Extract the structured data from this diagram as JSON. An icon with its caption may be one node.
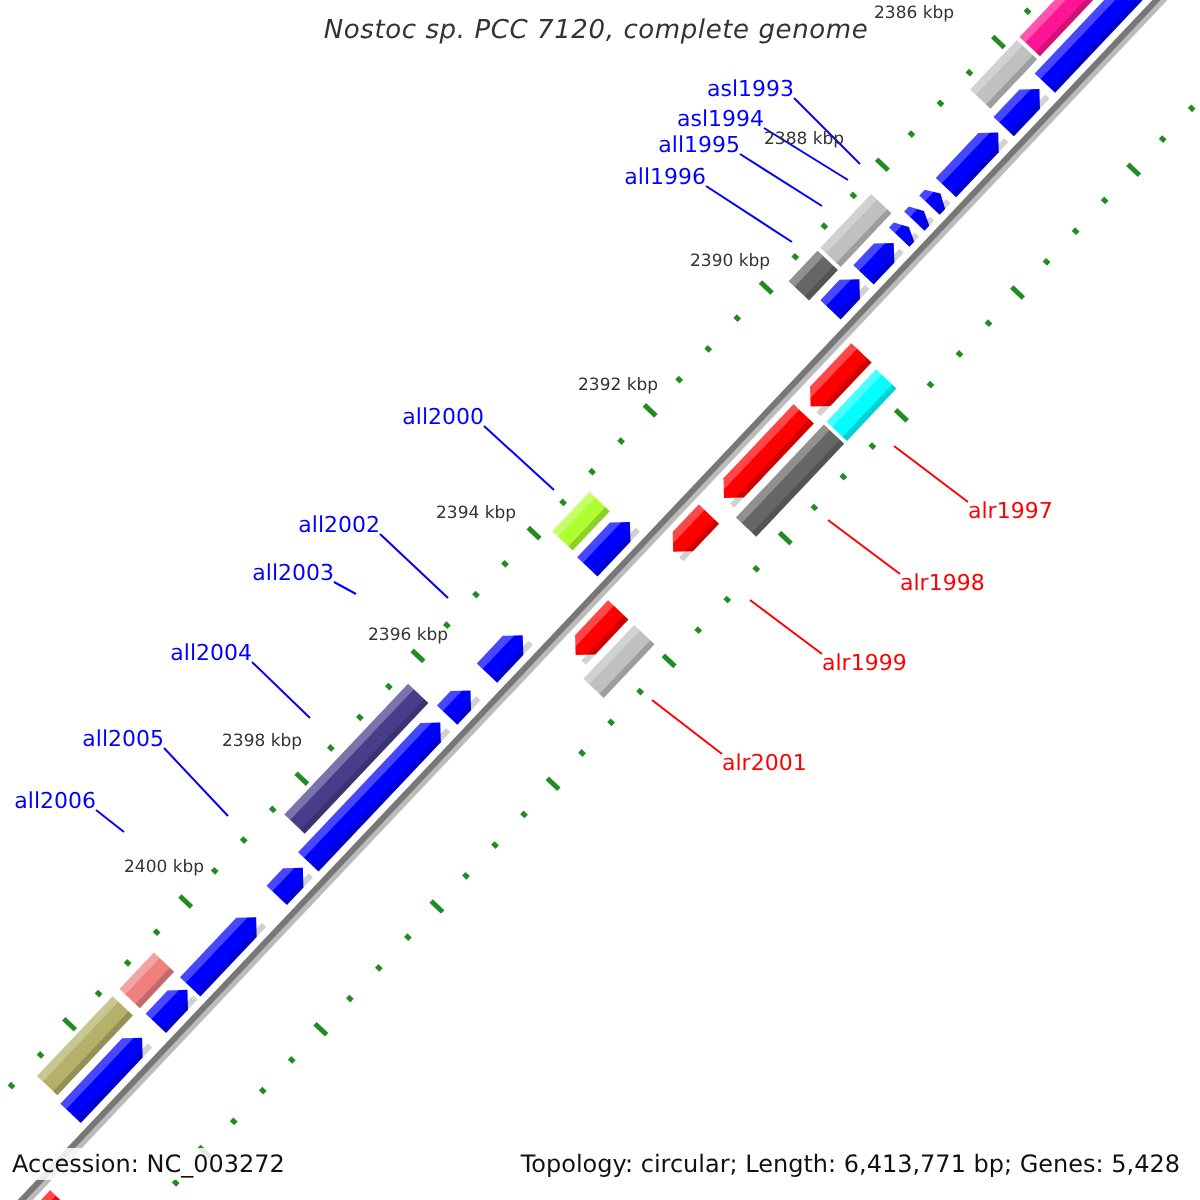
{
  "diagram": {
    "title": "Nostoc sp. PCC 7120, complete genome",
    "nodes": [
      {
        "text": [
          "asl1993"
        ]
      },
      {
        "text": [
          "asl1994"
        ]
      },
      {
        "text": [
          "all1995"
        ]
      },
      {
        "text": [
          "all1996"
        ]
      },
      {
        "text": [
          "all2000"
        ]
      },
      {
        "text": [
          "alr1997"
        ]
      },
      {
        "text": [
          "all2002"
        ]
      },
      {
        "text": [
          "all2003"
        ]
      },
      {
        "text": [
          "alr1998"
        ]
      },
      {
        "text": [
          "all2004"
        ]
      },
      {
        "text": [
          "alr1999"
        ]
      },
      {
        "text": [
          "all2005"
        ]
      },
      {
        "text": [
          "alr2001"
        ]
      },
      {
        "text": [
          "all2006"
        ]
      }
    ],
    "edges": [
      {
        "from": 0,
        "to": null,
        "arrow": "none"
      },
      {
        "from": 1,
        "to": null,
        "arrow": "none"
      },
      {
        "from": 2,
        "to": null,
        "arrow": "none"
      },
      {
        "from": 3,
        "to": null,
        "arrow": "none"
      },
      {
        "from": 4,
        "to": null,
        "arrow": "none"
      },
      {
        "from": 5,
        "to": null,
        "arrow": "none",
        "color": "#ff0000"
      },
      {
        "from": 6,
        "to": null,
        "arrow": "none"
      },
      {
        "from": 7,
        "to": null,
        "arrow": "none"
      },
      {
        "from": 8,
        "to": null,
        "arrow": "none",
        "color": "#ff0000"
      },
      {
        "from": 9,
        "to": null,
        "arrow": "none"
      },
      {
        "from": 10,
        "to": null,
        "arrow": "none",
        "color": "#ff0000"
      },
      {
        "from": 11,
        "to": null,
        "arrow": "none"
      },
      {
        "from": 12,
        "to": null,
        "arrow": "none",
        "color": "#ff0000"
      },
      {
        "from": 13,
        "to": null,
        "arrow": "none"
      }
    ],
    "labels": [
      "2386 kbp",
      "2388 kbp",
      "2390 kbp",
      "2392 kbp",
      "2394 kbp",
      "2396 kbp",
      "2398 kbp",
      "2400 kbp",
      "Accession: NC_003272",
      "Topology: circular; Length: 6,413,771 bp; Genes: 5,428"
    ]
  }
}
